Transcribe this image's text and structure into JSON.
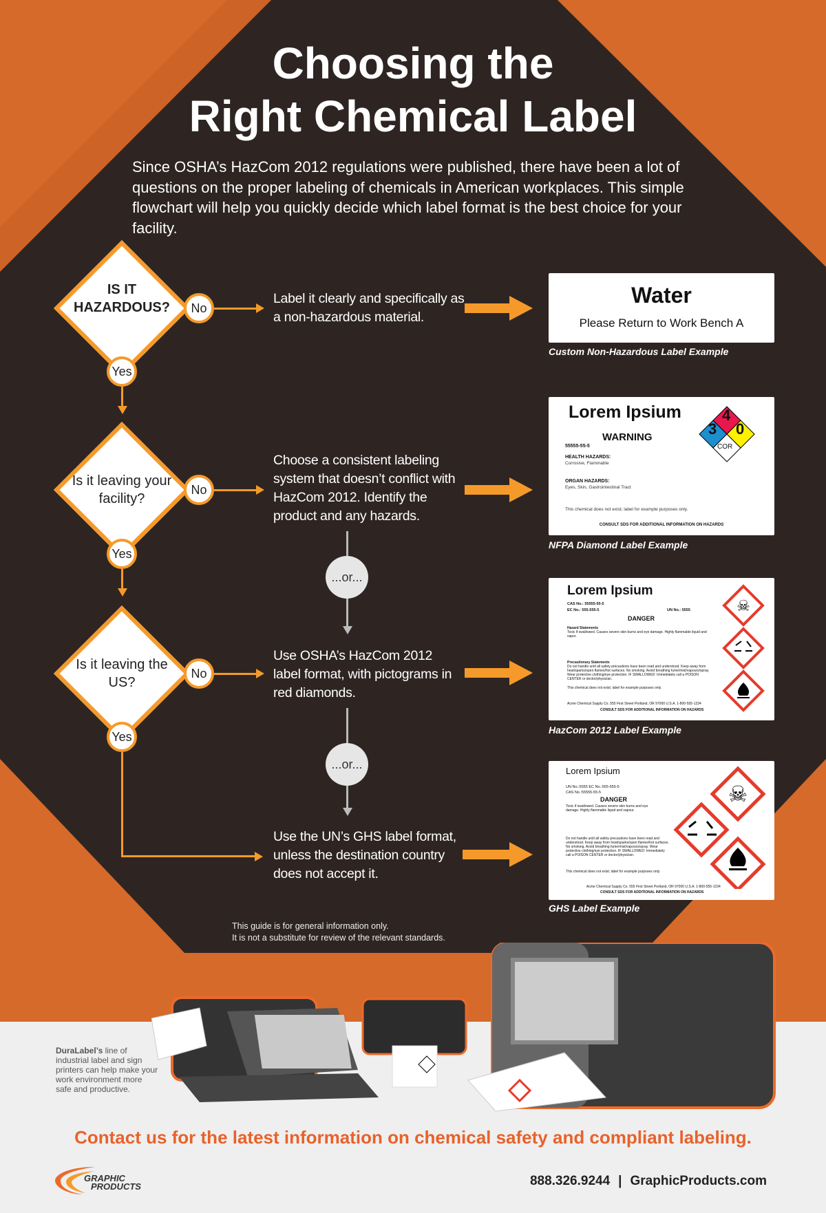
{
  "title": {
    "line1": "Choosing the",
    "line2": "Right Chemical Label"
  },
  "intro": "Since OSHA’s HazCom 2012 regulations were published, there have been a lot of questions on the proper labeling of chemicals in American workplaces. This simple flowchart will help you quickly decide which label format is the best choice for your facility.",
  "colors": {
    "orange": "#f59a2a",
    "dark": "#2e2522",
    "contact": "#e8622a"
  },
  "questions": [
    {
      "text": "IS IT HAZARDOUS?",
      "no": "No",
      "yes": "Yes"
    },
    {
      "text": "Is it leaving your facility?",
      "no": "No",
      "yes": "Yes"
    },
    {
      "text": "Is it leaving the US?",
      "no": "No",
      "yes": "Yes"
    }
  ],
  "outcomes": [
    "Label it clearly and specifically as a non-hazardous material.",
    "Choose a consistent labeling system that doesn’t conflict with HazCom 2012. Identify the product and any hazards.",
    "Use OSHA’s HazCom 2012 label format, with pictograms in red diamonds.",
    "Use the UN’s GHS label format, unless the destination country does not accept it."
  ],
  "or_label": "...or...",
  "labels": {
    "water": {
      "title": "Water",
      "sub": "Please Return to Work Bench A",
      "caption": "Custom Non-Hazardous Label Example"
    },
    "nfpa": {
      "title": "Lorem Ipsium",
      "signal": "WARNING",
      "cas": "55555-55-5",
      "h1": "HEALTH HAZARDS:",
      "h1t": "Corrosive, Flammable",
      "h2": "ORGAN HAZARDS:",
      "h2t": "Eyes, Skin, Gastrointestinal Tract",
      "note": "This chemical does not exist; label for example purposes only.",
      "consult": "CONSULT SDS FOR ADDITIONAL INFORMATION ON HAZARDS",
      "d_health": "3",
      "d_fire": "4",
      "d_react": "0",
      "d_special": "COR",
      "caption": "NFPA Diamond Label Example"
    },
    "hazcom": {
      "title": "Lorem Ipsium",
      "cas": "CAS No.: 55555-55-5",
      "ec": "EC No.: 555-555-5",
      "un": "UN No.: 5555",
      "signal": "DANGER",
      "hs": "Hazard Statements",
      "hst": "Toxic if swallowed. Causes severe skin burns and eye damage. Highly flammable liquid and vapor.",
      "ps": "Precautionary Statements",
      "pst": "Do not handle until all safety precautions have been read and understood. Keep away from heat/sparks/open flames/hot surfaces. No smoking. Avoid breathing fume/mist/vapours/spray. Wear protective clothing/eye protection. IF SWALLOWED: Immediately call a POISON CENTER or doctor/physician.",
      "note": "This chemical does not exist; label for example purposes only.",
      "addr": "Acme Chemical Supply Co. 555 First Street  Portland, OR 97000 U.S.A. 1-800-555-1234",
      "consult": "CONSULT SDS FOR ADDITIONAL INFORMATION ON HAZARDS",
      "caption": "HazCom 2012 Label Example"
    },
    "ghs": {
      "title": "Lorem Ipsium",
      "ids1": "UN No.:5555    EC No.:555-555-5",
      "ids2": "CAS No.:55555-55-5",
      "signal": "DANGER",
      "hst": "Toxic if swallowed. Causes severe skin burns and eye damage. Highly flammable liquid and vapour.",
      "pst": "Do not handle until all safety precautions have been read and understood. Keep away from heat/sparks/open flames/hot surfaces. No smoking. Avoid breathing fume/mist/vapours/spray. Wear protective clothing/eye protection. IF SWALLOWED: Immediately call a POISON CENTER or doctor/physician.",
      "note": "This chemical does not exist; label for example purposes only.",
      "addr": "Acme Chemical Supply Co. 555 First Street  Portland, OR 97000 U.S.A. 1-800-555-1234",
      "consult": "CONSULT SDS FOR ADDITIONAL INFORMATION ON HAZARDS",
      "caption": "GHS Label Example"
    }
  },
  "disclaimer": {
    "line1": "This guide is for general information only.",
    "line2": "It is not a substitute for review of the relevant standards."
  },
  "promo": {
    "brand": "DuraLabel’s",
    "text": " line of industrial label and sign printers can help make your work environment more safe and productive."
  },
  "contact": "Contact us for the latest information on chemical safety and compliant labeling.",
  "footer": {
    "phone": "888.326.9244",
    "sep": "|",
    "website": "GraphicProducts.com",
    "logo_line1": "GRAPHIC",
    "logo_line2": "PRODUCTS"
  }
}
